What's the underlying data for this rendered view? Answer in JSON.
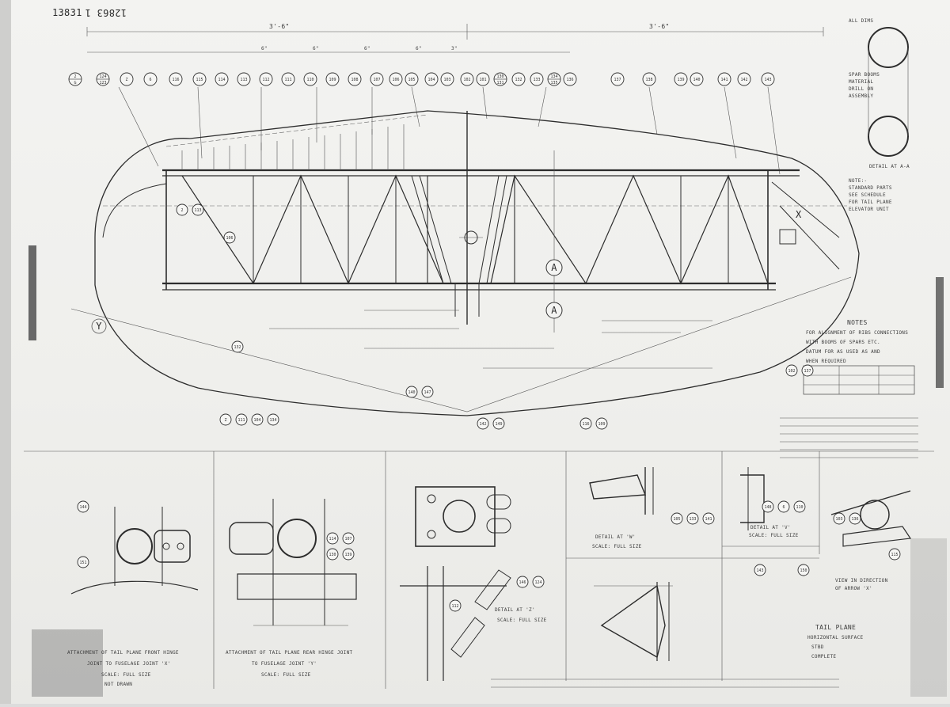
{
  "sheet_number": "13831",
  "sheet_ref": "12863 1",
  "dimensions": [
    "3'-6\"",
    "3'-6\"",
    "6\"",
    "6\"",
    "6\"",
    "6\"",
    "3\""
  ],
  "view_markers": {
    "section_a": "A",
    "detail_y": "Y",
    "detail_x": "X"
  },
  "notes_heading": "NOTES",
  "notes_lines": [
    "FOR ALIGNMENT OF RIBS CONNECTIONS",
    "WITH BOOMS OF SPARS ETC.",
    "DATUM FOR AS USED AS AND",
    "WHEN REQUIRED"
  ],
  "detail_a_label": "DETAIL AT A-A",
  "detail_captions": [
    {
      "id": "front-hinge",
      "lines": [
        "ATTACHMENT OF TAIL PLANE FRONT HINGE",
        "JOINT TO FUSELAGE JOINT 'X'",
        "SCALE: FULL SIZE",
        "NOT DRAWN"
      ]
    },
    {
      "id": "rear-hinge",
      "lines": [
        "ATTACHMENT OF TAIL PLANE REAR HINGE JOINT",
        "TO FUSELAGE JOINT 'Y'",
        "SCALE: FULL SIZE"
      ]
    },
    {
      "id": "detail-z",
      "lines": [
        "DETAIL AT 'Z'",
        "SCALE: FULL SIZE"
      ]
    },
    {
      "id": "detail-w",
      "lines": [
        "DETAIL AT 'W'",
        "SCALE: FULL SIZE"
      ]
    },
    {
      "id": "detail-v",
      "lines": [
        "DETAIL AT 'V'",
        "SCALE: FULL SIZE"
      ]
    },
    {
      "id": "view-x",
      "lines": [
        "VIEW IN DIRECTION",
        "OF ARROW 'X'"
      ]
    }
  ],
  "title_block": [
    "TAIL PLANE",
    "HORIZONTAL SURFACE",
    "STBD",
    "COMPLETE"
  ],
  "balloons": [
    [
      "2",
      "G"
    ],
    [
      "124",
      "123"
    ],
    [
      "Z"
    ],
    [
      "6"
    ],
    [
      "116"
    ],
    [
      "115"
    ],
    [
      "114"
    ],
    [
      "113"
    ],
    [
      "112"
    ],
    [
      "111"
    ],
    [
      "110"
    ],
    [
      "109"
    ],
    [
      "108"
    ],
    [
      "107"
    ],
    [
      "106"
    ],
    [
      "105"
    ],
    [
      "104"
    ],
    [
      "103"
    ],
    [
      "102"
    ],
    [
      "101"
    ],
    [
      "130",
      "131"
    ],
    [
      "132"
    ],
    [
      "133"
    ],
    [
      "134",
      "135"
    ],
    [
      "136"
    ],
    [
      "137"
    ],
    [
      "138"
    ],
    [
      "139"
    ],
    [
      "140"
    ],
    [
      "141"
    ],
    [
      "142"
    ],
    [
      "143"
    ],
    [
      "144"
    ],
    [
      "145"
    ],
    [
      "146"
    ],
    [
      "147"
    ],
    [
      "148"
    ],
    [
      "149"
    ],
    [
      "150"
    ],
    [
      "151"
    ]
  ]
}
